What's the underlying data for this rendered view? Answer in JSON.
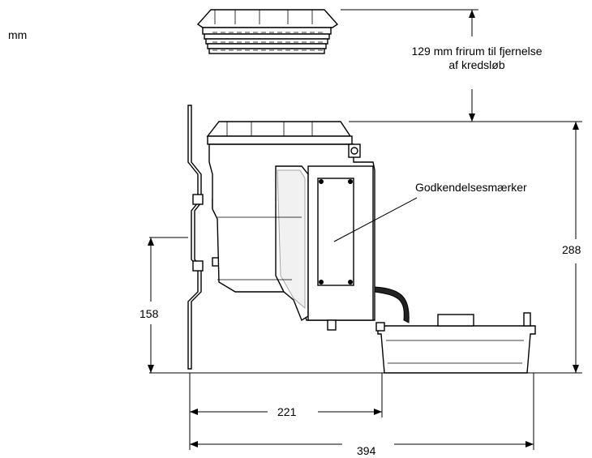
{
  "units": "mm",
  "clearance_label_line1": "129 mm frirum til fjernelse",
  "clearance_label_line2": "af kredsløb",
  "approval_label": "Godkendelsesmærker",
  "dim_height_total": "288",
  "dim_height_mount": "158",
  "dim_width_mount": "221",
  "dim_width_total": "394"
}
